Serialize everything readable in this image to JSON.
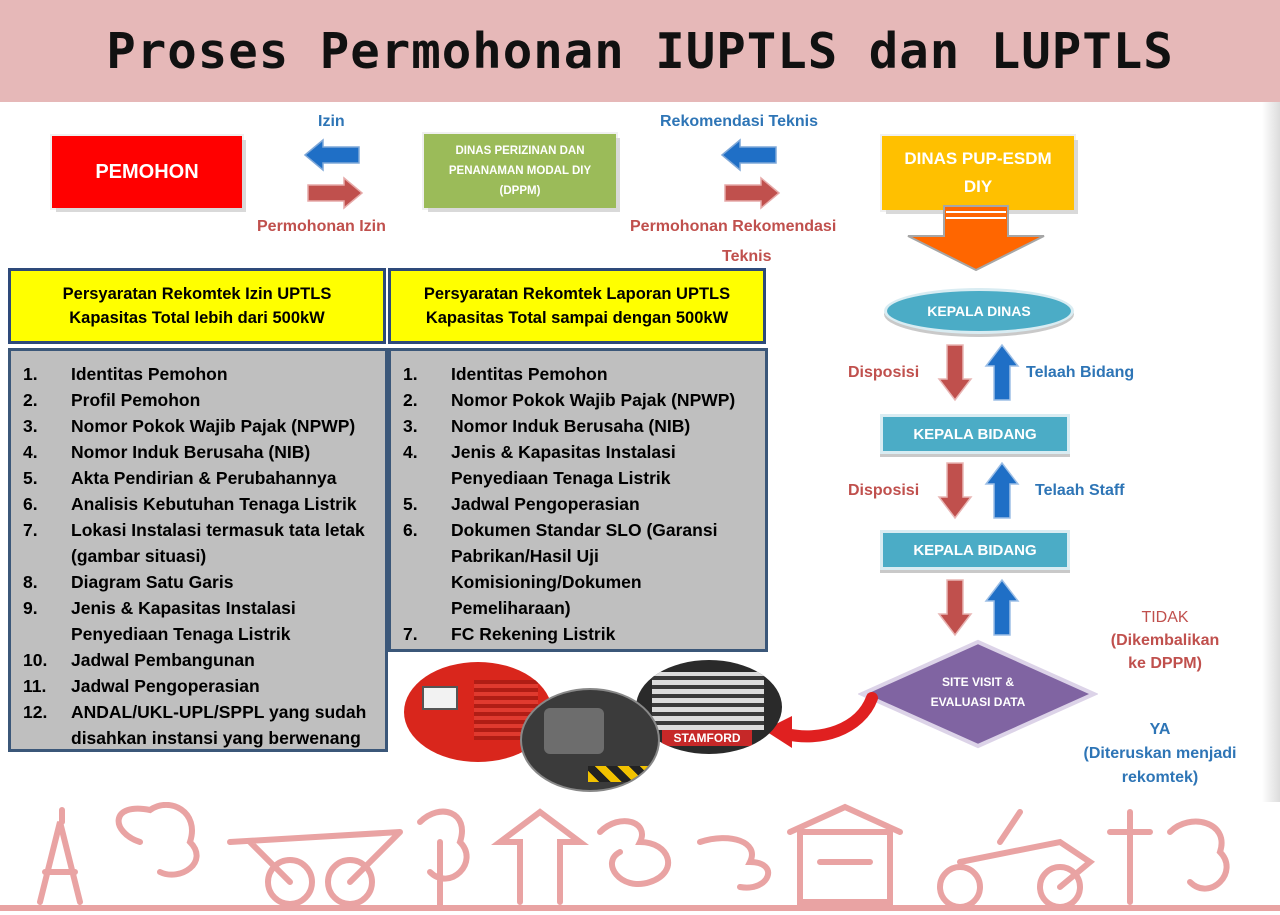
{
  "title": "Proses Permohonan IUPTLS dan LUPTLS",
  "top_flow": {
    "pemohon": "PEMOHON",
    "dppm": "DINAS PERIZINAN DAN PENANAMAN MODAL DIY (DPPM)",
    "pup_esdm": "DINAS PUP-ESDM DIY",
    "izin": "Izin",
    "permohonan_izin": "Permohonan Izin",
    "rekomendasi_teknis": "Rekomendasi Teknis",
    "permohonan_rekomendasi_line1": "Permohonan Rekomendasi",
    "permohonan_rekomendasi_line2": "Teknis"
  },
  "req_izin": {
    "heading_line1": "Persyaratan Rekomtek Izin UPTLS",
    "heading_line2": "Kapasitas Total lebih dari 500kW",
    "items": [
      {
        "num": "1.",
        "text": "Identitas Pemohon"
      },
      {
        "num": "2.",
        "text": "Profil Pemohon"
      },
      {
        "num": "3.",
        "text": "Nomor Pokok Wajib Pajak (NPWP)"
      },
      {
        "num": "4.",
        "text": "Nomor Induk Berusaha (NIB)"
      },
      {
        "num": "5.",
        "text": "Akta Pendirian & Perubahannya"
      },
      {
        "num": "6.",
        "text": "Analisis Kebutuhan Tenaga Listrik"
      },
      {
        "num": "7.",
        "text": "Lokasi Instalasi termasuk tata letak (gambar situasi)"
      },
      {
        "num": "8.",
        "text": "Diagram Satu Garis"
      },
      {
        "num": "9.",
        "text": "Jenis & Kapasitas Instalasi Penyediaan Tenaga Listrik"
      },
      {
        "num": "10.",
        "text": "Jadwal Pembangunan"
      },
      {
        "num": "11.",
        "text": "Jadwal Pengoperasian"
      },
      {
        "num": "12.",
        "text": "ANDAL/UKL-UPL/SPPL yang sudah disahkan instansi yang berwenang"
      }
    ]
  },
  "req_laporan": {
    "heading_line1": "Persyaratan Rekomtek Laporan UPTLS",
    "heading_line2": "Kapasitas Total sampai dengan 500kW",
    "items": [
      {
        "num": "1.",
        "text": "Identitas Pemohon"
      },
      {
        "num": "2.",
        "text": "Nomor Pokok Wajib Pajak (NPWP)"
      },
      {
        "num": "3.",
        "text": "Nomor Induk Berusaha (NIB)"
      },
      {
        "num": "4.",
        "text": "Jenis & Kapasitas Instalasi Penyediaan Tenaga Listrik"
      },
      {
        "num": "5.",
        "text": "Jadwal Pengoperasian"
      },
      {
        "num": "6.",
        "text": "Dokumen Standar SLO (Garansi Pabrikan/Hasil Uji Komisioning/Dokumen Pemeliharaan)"
      },
      {
        "num": "7.",
        "text": "FC Rekening Listrik"
      }
    ]
  },
  "right_flow": {
    "kepala_dinas": "KEPALA DINAS",
    "kepala_bidang_1": "KEPALA BIDANG",
    "kepala_bidang_2": "KEPALA BIDANG",
    "disposisi_1": "Disposisi",
    "disposisi_2": "Disposisi",
    "telaah_bidang": "Telaah Bidang",
    "telaah_staff": "Telaah Staff",
    "site_visit_line1": "SITE VISIT &",
    "site_visit_line2": "EVALUASI DATA",
    "tidak_line1": "TIDAK",
    "tidak_line2": "(Dikembalikan",
    "tidak_line3": "ke DPPM)",
    "ya_line1": "YA",
    "ya_line2": "(Diteruskan menjadi",
    "ya_line3": "rekomtek)"
  },
  "photo_label": "STAMFORD",
  "colors": {
    "title_bg": "#e6b8b8",
    "pemohon": "#ff0000",
    "dppm": "#9bbb59",
    "pup_esdm": "#ffc000",
    "heading_yellow": "#ffff00",
    "list_gray": "#bfbfbf",
    "pill_blue": "#4bacc6",
    "diamond_purple": "#8064a2",
    "arrow_blue": "#1f6fc6",
    "arrow_red": "#c0504d",
    "label_red": "#c0504d",
    "label_blue": "#2e75b6",
    "ornament": "#e9a3a3"
  }
}
